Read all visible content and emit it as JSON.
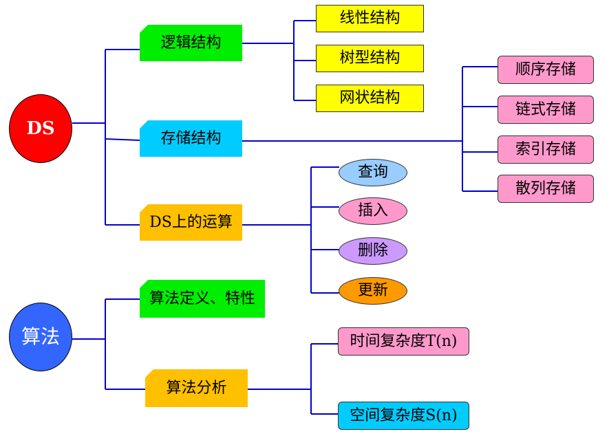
{
  "colors": {
    "line": "#0000cc",
    "ds_circle": "#ff0000",
    "alg_circle": "#3366ff",
    "green": "#00ee00",
    "cyan": "#00ccff",
    "orange": "#ffc000",
    "yellow": "#ffff00",
    "pink": "#ff99cc",
    "light_blue": "#99ccff",
    "purple": "#cc99ff",
    "dark_orange": "#ff9900"
  },
  "ds": {
    "label": "DS",
    "logical": {
      "label": "逻辑结构",
      "children": [
        "线性结构",
        "树型结构",
        "网状结构"
      ]
    },
    "storage": {
      "label": "存储结构",
      "children": [
        "顺序存储",
        "链式存储",
        "索引存储",
        "散列存储"
      ]
    },
    "operations": {
      "label": "DS上的运算",
      "children": [
        "查询",
        "插入",
        "删除",
        "更新"
      ]
    }
  },
  "algorithm": {
    "label": "算法",
    "definition": {
      "label": "算法定义、特性"
    },
    "analysis": {
      "label": "算法分析",
      "children": [
        "时间复杂度T(n)",
        "空间复杂度S(n)"
      ]
    }
  }
}
